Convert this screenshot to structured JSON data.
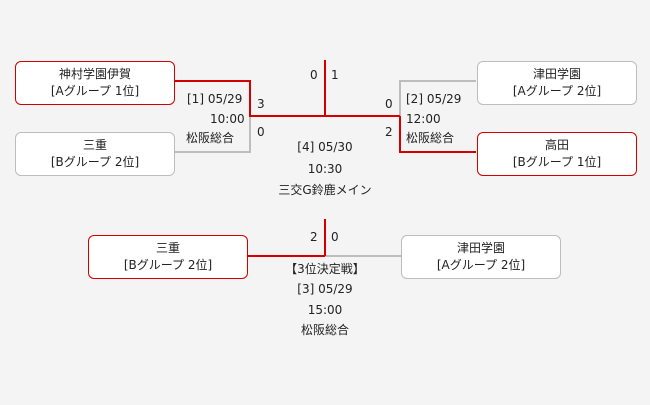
{
  "bracket": {
    "left_top": {
      "name": "神村学園伊賀",
      "group": "[Aグループ 1位]"
    },
    "left_bottom": {
      "name": "三重",
      "group": "[Bグループ 2位]"
    },
    "right_top": {
      "name": "津田学園",
      "group": "[Aグループ 2位]"
    },
    "right_bottom": {
      "name": "高田",
      "group": "[Bグループ 1位]"
    },
    "match1": {
      "no_date": "[1] 05/29",
      "time": "10:00",
      "venue": "松阪総合",
      "score_top": "3",
      "score_bottom": "0"
    },
    "match2": {
      "no_date": "[2] 05/29",
      "time": "12:00",
      "venue": "松阪総合",
      "score_top": "0",
      "score_bottom": "2"
    },
    "final": {
      "no_date": "[4] 05/30",
      "time": "10:30",
      "venue": "三交G鈴鹿メイン",
      "score_left": "0",
      "score_right": "1"
    }
  },
  "third_place": {
    "left": {
      "name": "三重",
      "group": "[Bグループ 2位]"
    },
    "right": {
      "name": "津田学園",
      "group": "[Aグループ 2位]"
    },
    "title": "【3位決定戦】",
    "no_date": "[3] 05/29",
    "time": "15:00",
    "venue": "松阪総合",
    "score_left": "2",
    "score_right": "0"
  },
  "colors": {
    "winner": "#d40000",
    "line": "#bdbdbd"
  }
}
